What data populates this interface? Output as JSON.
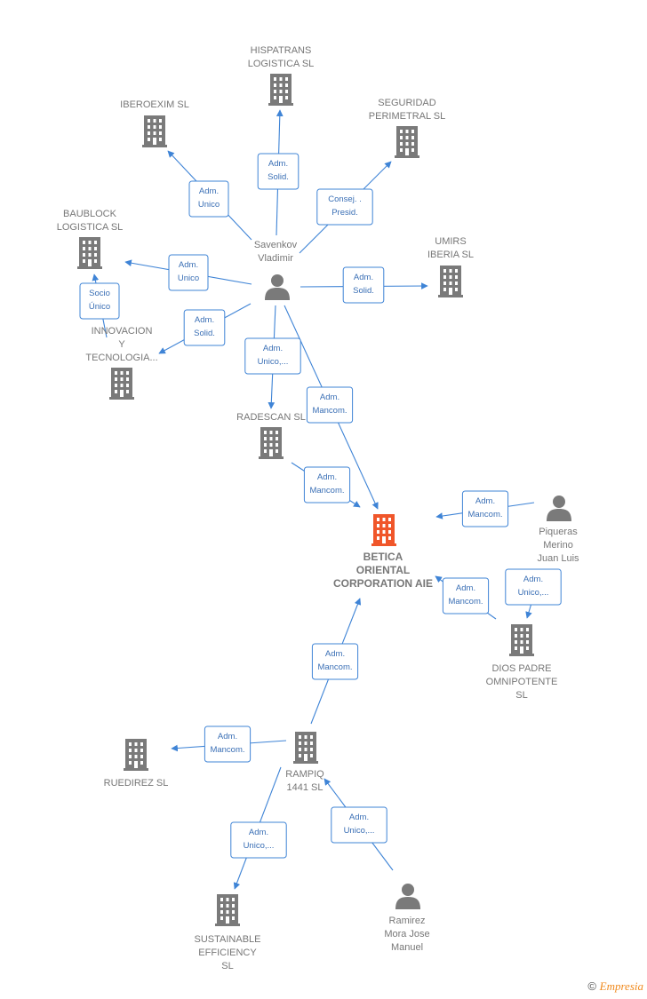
{
  "colors": {
    "edge": "#3f84d6",
    "company": "#7a7a7a",
    "focus_company": "#f0562a",
    "person": "#7a7a7a",
    "label": "#777777"
  },
  "nodes": [
    {
      "id": "hispatrans",
      "kind": "company",
      "label": [
        "HISPATRANS",
        "LOGISTICA  SL"
      ]
    },
    {
      "id": "iberoexim",
      "kind": "company",
      "label": [
        "IBEROEXIM SL"
      ]
    },
    {
      "id": "seguridad",
      "kind": "company",
      "label": [
        "SEGURIDAD",
        "PERIMETRAL SL"
      ]
    },
    {
      "id": "baublock",
      "kind": "company",
      "label": [
        "BAUBLOCK",
        "LOGISTICA  SL"
      ]
    },
    {
      "id": "umirs",
      "kind": "company",
      "label": [
        "UMIRS",
        "IBERIA SL"
      ]
    },
    {
      "id": "savenkov",
      "kind": "person",
      "label": [
        "Savenkov",
        "Vladimir"
      ]
    },
    {
      "id": "innovacion",
      "kind": "company",
      "label": [
        "INNOVACION",
        "Y",
        "TECNOLOGIA..."
      ]
    },
    {
      "id": "radescan",
      "kind": "company",
      "label": [
        "RADESCAN SL"
      ]
    },
    {
      "id": "betica",
      "kind": "focus",
      "label": [
        "BETICA",
        "ORIENTAL",
        "CORPORATION AIE"
      ]
    },
    {
      "id": "piqueras",
      "kind": "person",
      "label": [
        "Piqueras",
        "Merino",
        "Juan Luis"
      ]
    },
    {
      "id": "diospadre",
      "kind": "company",
      "label": [
        "DIOS PADRE",
        "OMNIPOTENTE",
        "SL"
      ]
    },
    {
      "id": "rampiq",
      "kind": "company",
      "label": [
        "RAMPIQ",
        "1441  SL"
      ]
    },
    {
      "id": "ruedirez",
      "kind": "company",
      "label": [
        "RUEDIREZ  SL"
      ]
    },
    {
      "id": "sustainable",
      "kind": "company",
      "label": [
        "SUSTAINABLE",
        "EFFICIENCY",
        "SL"
      ]
    },
    {
      "id": "ramirez",
      "kind": "person",
      "label": [
        "Ramirez",
        "Mora Jose",
        "Manuel"
      ]
    }
  ],
  "edges": [
    {
      "from": "savenkov",
      "to": "hispatrans",
      "label": [
        "Adm.",
        "Solid."
      ]
    },
    {
      "from": "savenkov",
      "to": "iberoexim",
      "label": [
        "Adm.",
        "Unico"
      ]
    },
    {
      "from": "savenkov",
      "to": "seguridad",
      "label": [
        "Consej. .",
        "Presid."
      ]
    },
    {
      "from": "savenkov",
      "to": "baublock",
      "label": [
        "Adm.",
        "Unico"
      ]
    },
    {
      "from": "savenkov",
      "to": "umirs",
      "label": [
        "Adm.",
        "Solid."
      ]
    },
    {
      "from": "savenkov",
      "to": "innovacion",
      "label": [
        "Adm.",
        "Solid."
      ]
    },
    {
      "from": "innovacion",
      "to": "baublock",
      "label": [
        "Socio",
        "Único"
      ]
    },
    {
      "from": "savenkov",
      "to": "radescan",
      "label": [
        "Adm.",
        "Unico,..."
      ]
    },
    {
      "from": "savenkov",
      "to": "betica",
      "label": [
        "Adm.",
        "Mancom."
      ]
    },
    {
      "from": "radescan",
      "to": "betica",
      "label": [
        "Adm.",
        "Mancom."
      ]
    },
    {
      "from": "piqueras",
      "to": "betica",
      "label": [
        "Adm.",
        "Mancom."
      ]
    },
    {
      "from": "piqueras",
      "to": "diospadre",
      "label": [
        "Adm.",
        "Unico,..."
      ]
    },
    {
      "from": "diospadre",
      "to": "betica",
      "label": [
        "Adm.",
        "Mancom."
      ]
    },
    {
      "from": "rampiq",
      "to": "betica",
      "label": [
        "Adm.",
        "Mancom."
      ]
    },
    {
      "from": "rampiq",
      "to": "ruedirez",
      "label": [
        "Adm.",
        "Mancom."
      ]
    },
    {
      "from": "rampiq",
      "to": "sustainable",
      "label": [
        "Adm.",
        "Unico,..."
      ]
    },
    {
      "from": "ramirez",
      "to": "rampiq",
      "label": [
        "Adm.",
        "Unico,..."
      ]
    }
  ],
  "footer": {
    "copyright": "©",
    "brand": "Empresia"
  }
}
